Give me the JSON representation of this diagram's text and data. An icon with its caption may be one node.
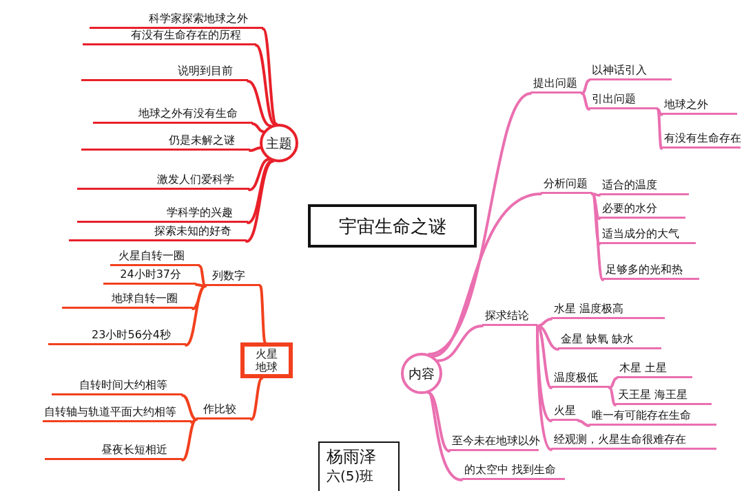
{
  "diagram": {
    "nodes": [
      {
        "text": [
          "宇宙生命之谜"
        ]
      },
      {
        "text": [
          "主题"
        ]
      },
      {
        "text": [
          "科学家探索地球之外"
        ]
      },
      {
        "text": [
          "有没有生命存在的历程"
        ]
      },
      {
        "text": [
          "说明到目前"
        ]
      },
      {
        "text": [
          "地球之外有没有生命"
        ]
      },
      {
        "text": [
          "仍是未解之谜"
        ]
      },
      {
        "text": [
          "激发人们爱科学"
        ]
      },
      {
        "text": [
          "学科学的兴趣"
        ]
      },
      {
        "text": [
          "探索未知的好奇"
        ]
      },
      {
        "text": [
          "火星地球"
        ]
      },
      {
        "text": [
          "列数字"
        ]
      },
      {
        "text": [
          "火星自转一圈"
        ]
      },
      {
        "text": [
          "24小时37分"
        ]
      },
      {
        "text": [
          "地球自转一圈"
        ]
      },
      {
        "text": [
          "23小时56分4秒"
        ]
      },
      {
        "text": [
          "作比较"
        ]
      },
      {
        "text": [
          "自转时间大约相等"
        ]
      },
      {
        "text": [
          "自转轴与轨道平面大约相等"
        ]
      },
      {
        "text": [
          "昼夜长短相近"
        ]
      },
      {
        "text": [
          "内容"
        ]
      },
      {
        "text": [
          "提出问题"
        ]
      },
      {
        "text": [
          "以神话引入"
        ]
      },
      {
        "text": [
          "引出问题"
        ]
      },
      {
        "text": [
          "地球之外"
        ]
      },
      {
        "text": [
          "有没有生命存在"
        ]
      },
      {
        "text": [
          "分析问题"
        ]
      },
      {
        "text": [
          "适合的温度"
        ]
      },
      {
        "text": [
          "必要的水分"
        ]
      },
      {
        "text": [
          "适当成分的大气"
        ]
      },
      {
        "text": [
          "足够多的光和热"
        ]
      },
      {
        "text": [
          "探求结论"
        ]
      },
      {
        "text": [
          "水星 温度极高"
        ]
      },
      {
        "text": [
          "金星 缺氧 缺水"
        ]
      },
      {
        "text": [
          "温度极低"
        ]
      },
      {
        "text": [
          "木星 土星"
        ]
      },
      {
        "text": [
          "天王星 海王星"
        ]
      },
      {
        "text": [
          "火星"
        ]
      },
      {
        "text": [
          "唯一有可能存在生命"
        ]
      },
      {
        "text": [
          "经观测，火星生命很难存在"
        ]
      },
      {
        "text": [
          "至今未在地球以外"
        ]
      },
      {
        "text": [
          "的太空中 找到生命"
        ]
      }
    ],
    "edges": [
      {
        "from": 1,
        "to": 2,
        "arrow": "none",
        "color": "#e8202a"
      },
      {
        "from": 1,
        "to": 3,
        "arrow": "none",
        "color": "#e8202a"
      },
      {
        "from": 1,
        "to": 4,
        "arrow": "none",
        "color": "#e8202a"
      },
      {
        "from": 1,
        "to": 5,
        "arrow": "none",
        "color": "#e8202a"
      },
      {
        "from": 1,
        "to": 6,
        "arrow": "none",
        "color": "#e8202a"
      },
      {
        "from": 1,
        "to": 7,
        "arrow": "none",
        "color": "#e8202a"
      },
      {
        "from": 1,
        "to": 8,
        "arrow": "none",
        "color": "#e8202a"
      },
      {
        "from": 1,
        "to": 9,
        "arrow": "none",
        "color": "#e8202a"
      },
      {
        "from": 10,
        "to": 11,
        "arrow": "none",
        "color": "#f2401e"
      },
      {
        "from": 11,
        "to": 12,
        "arrow": "none",
        "color": "#f2401e"
      },
      {
        "from": 11,
        "to": 13,
        "arrow": "none",
        "color": "#f2401e"
      },
      {
        "from": 11,
        "to": 14,
        "arrow": "none",
        "color": "#f2401e"
      },
      {
        "from": 11,
        "to": 15,
        "arrow": "none",
        "color": "#f2401e"
      },
      {
        "from": 10,
        "to": 16,
        "arrow": "none",
        "color": "#f2401e"
      },
      {
        "from": 16,
        "to": 17,
        "arrow": "none",
        "color": "#f2401e"
      },
      {
        "from": 16,
        "to": 18,
        "arrow": "none",
        "color": "#f2401e"
      },
      {
        "from": 16,
        "to": 19,
        "arrow": "none",
        "color": "#f2401e"
      },
      {
        "from": 20,
        "to": 21,
        "arrow": "none"
      },
      {
        "from": 21,
        "to": 22,
        "arrow": "none"
      },
      {
        "from": 21,
        "to": 23,
        "arrow": "none"
      },
      {
        "from": 23,
        "to": 24,
        "arrow": "none"
      },
      {
        "from": 23,
        "to": 25,
        "arrow": "none"
      },
      {
        "from": 20,
        "to": 26,
        "arrow": "none"
      },
      {
        "from": 26,
        "to": 27,
        "arrow": "none"
      },
      {
        "from": 26,
        "to": 28,
        "arrow": "none"
      },
      {
        "from": 26,
        "to": 29,
        "arrow": "none"
      },
      {
        "from": 26,
        "to": 30,
        "arrow": "none"
      },
      {
        "from": 20,
        "to": 31,
        "arrow": "none"
      },
      {
        "from": 31,
        "to": 32,
        "arrow": "none"
      },
      {
        "from": 31,
        "to": 33,
        "arrow": "none"
      },
      {
        "from": 31,
        "to": 34,
        "arrow": "none"
      },
      {
        "from": 34,
        "to": 35,
        "arrow": "none"
      },
      {
        "from": 34,
        "to": 36,
        "arrow": "none"
      },
      {
        "from": 31,
        "to": 37,
        "arrow": "none"
      },
      {
        "from": 37,
        "to": 38,
        "arrow": "none"
      },
      {
        "from": 31,
        "to": 39,
        "arrow": "none"
      },
      {
        "from": 20,
        "to": 40,
        "arrow": "none"
      },
      {
        "from": 20,
        "to": 41,
        "arrow": "none"
      }
    ],
    "labels": [
      "杨雨泽",
      "六(5)班"
    ]
  }
}
